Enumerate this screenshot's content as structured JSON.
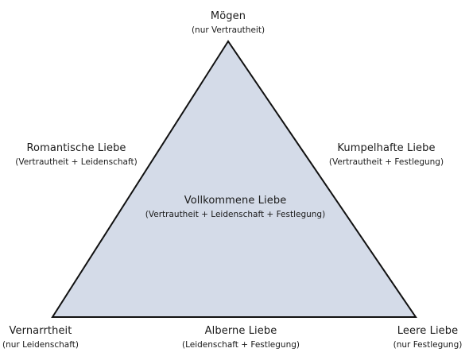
{
  "diagram": {
    "top": {
      "title": "Mögen",
      "subtitle": "(nur Vertrautheit)"
    },
    "left": {
      "title": "Romantische Liebe",
      "subtitle": "(Vertrautheit + Leidenschaft)"
    },
    "right": {
      "title": "Kumpelhafte Liebe",
      "subtitle": "(Vertrautheit + Festlegung)"
    },
    "center": {
      "title": "Vollkommene Liebe",
      "subtitle": "(Vertrautheit + Leidenschaft + Festlegung)"
    },
    "bottom_left": {
      "title": "Vernarrtheit",
      "subtitle": "(nur Leidenschaft)"
    },
    "bottom": {
      "title": "Alberne Liebe",
      "subtitle": "(Leidenschaft + Festlegung)"
    },
    "bottom_right": {
      "title": "Leere Liebe",
      "subtitle": "(nur Festlegung)"
    },
    "colors": {
      "triangle_fill": "#d4dbe8",
      "triangle_stroke": "#111111"
    }
  }
}
